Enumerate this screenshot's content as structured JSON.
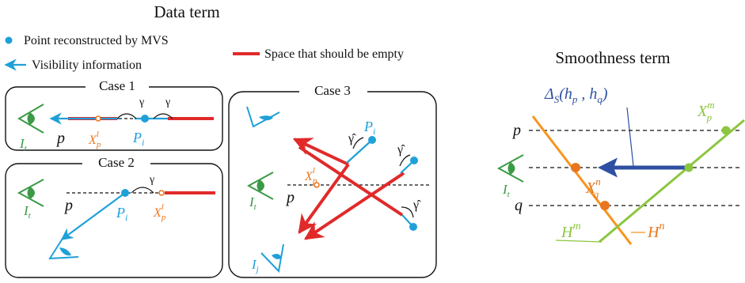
{
  "titles": {
    "data_term": "Data term",
    "smoothness_term": "Smoothness term"
  },
  "legend": {
    "point_mvs": "Point reconstructed by MVS",
    "visibility": "Visibility information",
    "empty_space": "Space that should be empty"
  },
  "cases": {
    "case1": "Case 1",
    "case2": "Case 2",
    "case3": "Case 3"
  },
  "symbols": {
    "gamma": "γ",
    "gamma_hat": "γ̂",
    "p_base": "p",
    "q_base": "q",
    "P_base": "P",
    "X_base": "X",
    "I_base": "I",
    "H_base": "H",
    "sub_i": "i",
    "sub_t": "t",
    "sub_j": "j",
    "sub_p": "p",
    "sub_q": "q",
    "sup_l": "l",
    "sup_m": "m",
    "sup_n": "n",
    "delta_expr": "Δ",
    "delta_sub": "S",
    "delta_args": "(h",
    "delta_hp": "p",
    "delta_comma": " , h",
    "delta_hq": "q",
    "delta_close": ")"
  },
  "colors": {
    "blue": "#1fa0d8",
    "red": "#e02a2a",
    "orange": "#e8761e",
    "green": "#3a9a45",
    "lime": "#8cc63f",
    "navy": "#2e4fa3"
  }
}
